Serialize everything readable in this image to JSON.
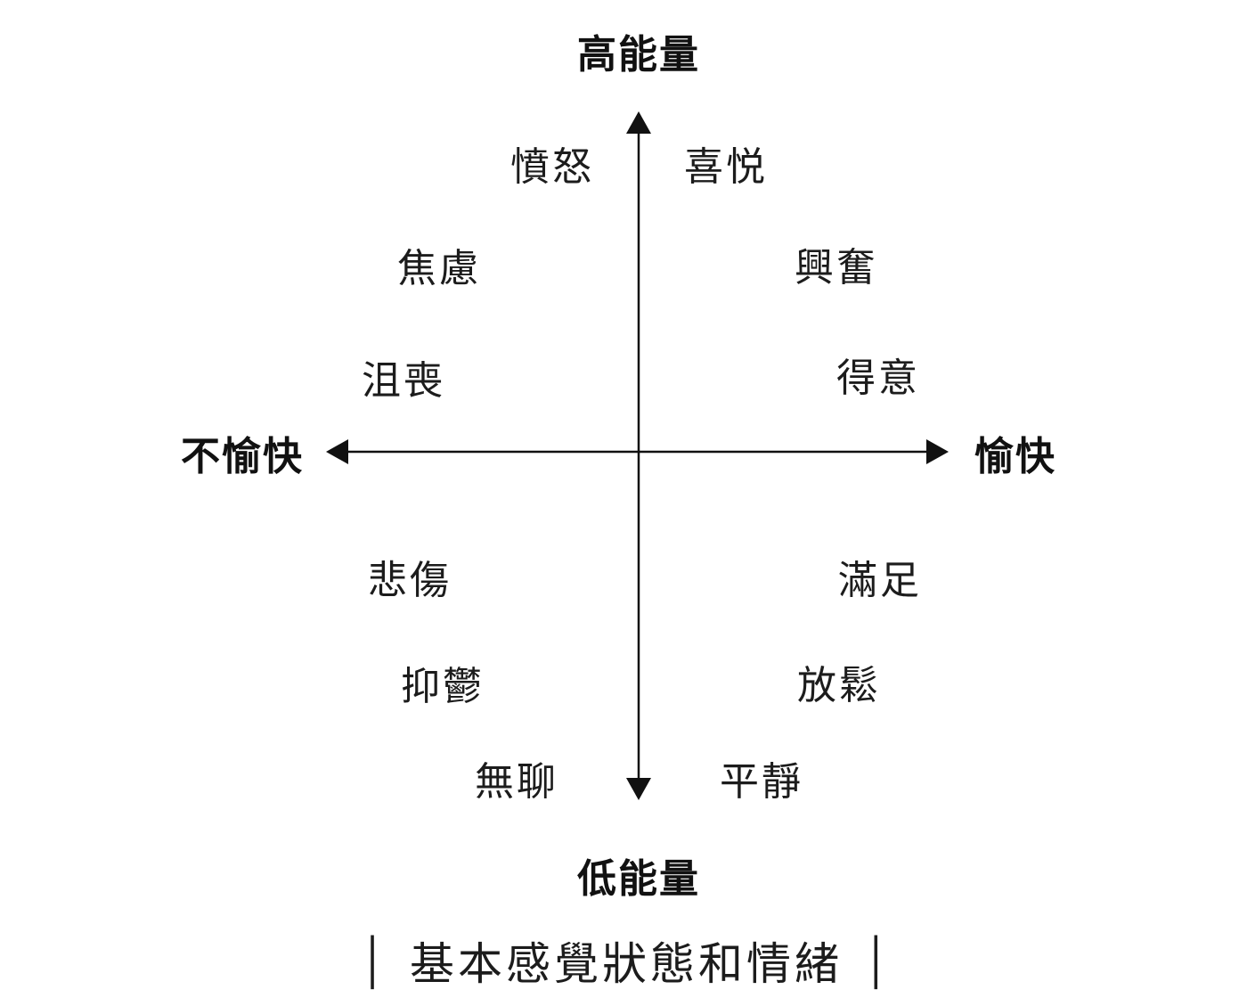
{
  "axes": {
    "vertical_top_label": "高能量",
    "vertical_bottom_label": "低能量",
    "horizontal_left_label": "不愉快",
    "horizontal_right_label": "愉快"
  },
  "quadrants": {
    "top_left": {
      "words": [
        "憤怒",
        "焦慮",
        "沮喪"
      ]
    },
    "top_right": {
      "words": [
        "喜悦",
        "興奮",
        "得意"
      ]
    },
    "bottom_left": {
      "words": [
        "悲傷",
        "抑鬱",
        "無聊"
      ]
    },
    "bottom_right": {
      "words": [
        "滿足",
        "放鬆",
        "平靜"
      ]
    }
  },
  "caption": {
    "divider_left": "│",
    "text": "基本感覺狀態和情緒",
    "divider_right": "│"
  },
  "colors": {
    "ink": "#111111",
    "background": "#ffffff"
  }
}
